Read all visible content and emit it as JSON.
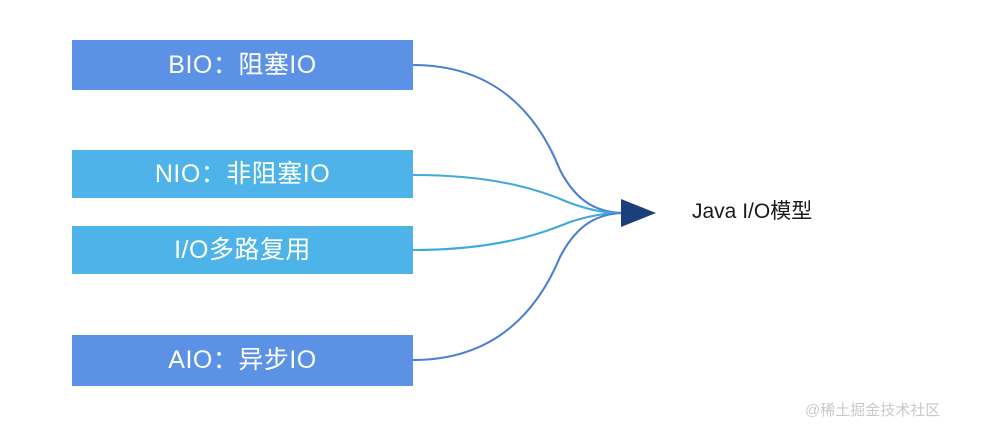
{
  "diagram": {
    "type": "convergence-flow",
    "title_text": "Java I/O模型",
    "nodes": [
      {
        "id": "bio",
        "label": "BIO：阻塞IO",
        "color": "#5b92e5",
        "text_color": "#ffffff"
      },
      {
        "id": "nio",
        "label": "NIO：非阻塞IO",
        "color": "#4db3e8",
        "text_color": "#ffffff"
      },
      {
        "id": "mux",
        "label": "I/O多路复用",
        "color": "#4db3e8",
        "text_color": "#ffffff"
      },
      {
        "id": "aio",
        "label": "AIO：异步IO",
        "color": "#5b92e5",
        "text_color": "#ffffff"
      }
    ],
    "target": {
      "label": "Java I/O模型",
      "arrow_color": "#1a3f7a"
    },
    "edges": [
      {
        "from": "bio",
        "to": "target",
        "color": "#4a7fd4"
      },
      {
        "from": "nio",
        "to": "target",
        "color": "#3fa9dd"
      },
      {
        "from": "mux",
        "to": "target",
        "color": "#3fa9dd"
      },
      {
        "from": "aio",
        "to": "target",
        "color": "#4a7fd4"
      }
    ],
    "colors": {
      "background": "#ffffff",
      "node_blue": "#5b92e5",
      "node_cyan": "#4db3e8",
      "arrow_navy": "#1a3f7a",
      "label_text": "#1a1a1a",
      "watermark_text": "#c9c9c9"
    }
  },
  "watermark": {
    "text": "@稀土掘金技术社区"
  }
}
